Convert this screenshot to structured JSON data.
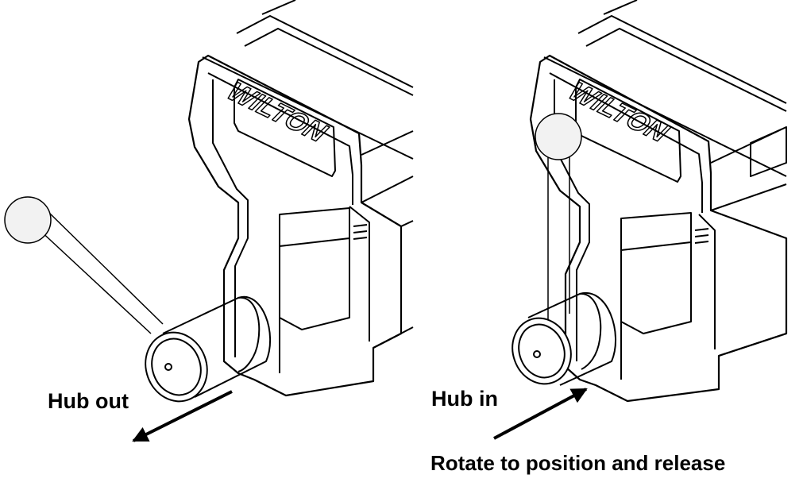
{
  "labels": {
    "hub_out": "Hub out",
    "hub_in": "Hub in",
    "instruction": "Rotate to position and release"
  },
  "logo_text": "WILTON",
  "colors": {
    "line": "#000000",
    "background": "#ffffff",
    "knob_fill": "#f2f2f2"
  }
}
